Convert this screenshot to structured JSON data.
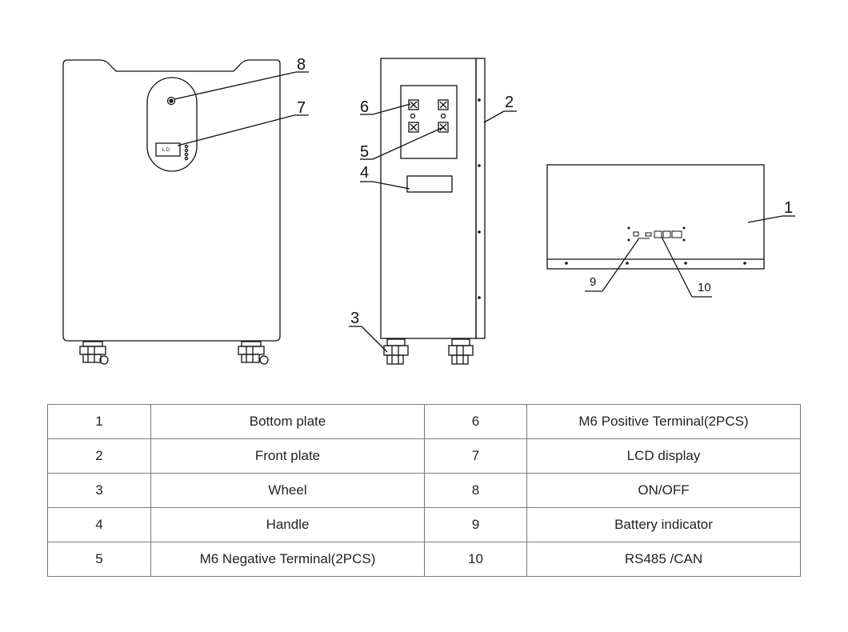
{
  "callouts": {
    "c1": "1",
    "c2": "2",
    "c3": "3",
    "c4": "4",
    "c5": "5",
    "c6": "6",
    "c7": "7",
    "c8": "8",
    "c9": "9",
    "c10": "10"
  },
  "lcd_text": "L  D",
  "parts": [
    {
      "left_no": "1",
      "left_name": "Bottom plate",
      "right_no": "6",
      "right_name": "M6 Positive Terminal(2PCS)"
    },
    {
      "left_no": "2",
      "left_name": "Front plate",
      "right_no": "7",
      "right_name": "LCD display"
    },
    {
      "left_no": "3",
      "left_name": "Wheel",
      "right_no": "8",
      "right_name": "ON/OFF"
    },
    {
      "left_no": "4",
      "left_name": "Handle",
      "right_no": "9",
      "right_name": "Battery indicator"
    },
    {
      "left_no": "5",
      "left_name": "M6 Negative Terminal(2PCS)",
      "right_no": "10",
      "right_name": "RS485 /CAN"
    }
  ]
}
